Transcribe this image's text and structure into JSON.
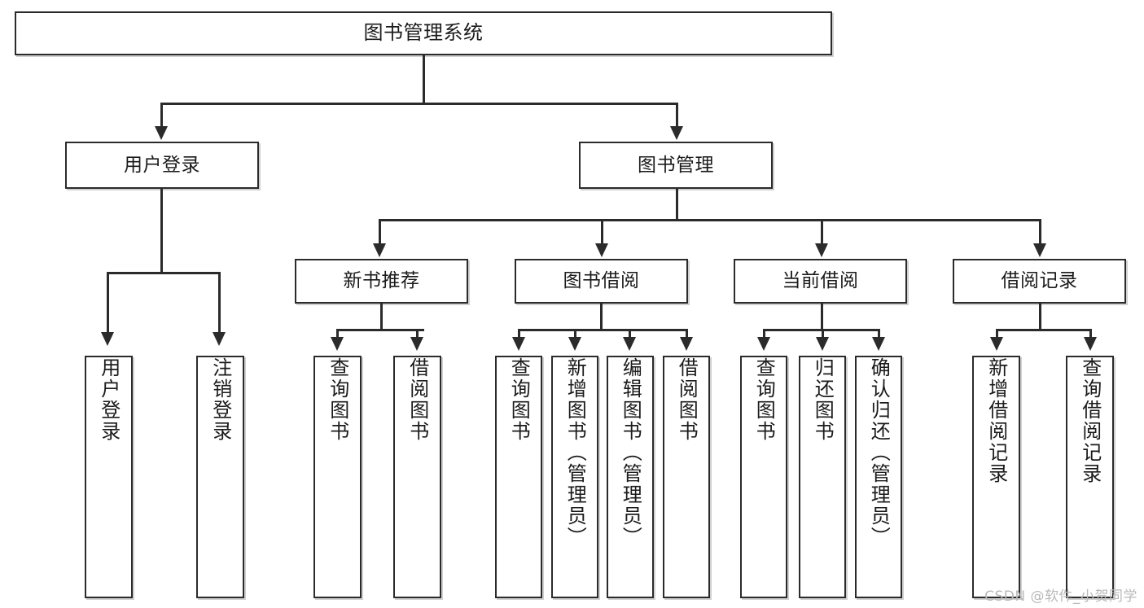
{
  "diagram": {
    "title": "图书管理系统",
    "type": "tree-hierarchy",
    "root": {
      "id": "root",
      "label": "图书管理系统"
    },
    "level1": [
      {
        "id": "user-login",
        "label": "用户登录"
      },
      {
        "id": "book-manage",
        "label": "图书管理"
      }
    ],
    "level2": [
      {
        "id": "new-book-rec",
        "label": "新书推荐",
        "parent": "book-manage"
      },
      {
        "id": "book-borrow",
        "label": "图书借阅",
        "parent": "book-manage"
      },
      {
        "id": "current-borrow",
        "label": "当前借阅",
        "parent": "book-manage"
      },
      {
        "id": "borrow-record",
        "label": "借阅记录",
        "parent": "book-manage"
      }
    ],
    "leaves": [
      {
        "id": "leaf-user-login",
        "label": "用户登录",
        "parent": "user-login"
      },
      {
        "id": "leaf-user-logout",
        "label": "注销登录",
        "parent": "user-login"
      },
      {
        "id": "leaf-query-book-1",
        "label": "查询图书",
        "parent": "new-book-rec"
      },
      {
        "id": "leaf-borrow-book-1",
        "label": "借阅图书",
        "parent": "new-book-rec"
      },
      {
        "id": "leaf-query-book-2",
        "label": "查询图书",
        "parent": "book-borrow"
      },
      {
        "id": "leaf-add-book",
        "label": "新增图书（管理员）",
        "parent": "book-borrow"
      },
      {
        "id": "leaf-edit-book",
        "label": "编辑图书（管理员）",
        "parent": "book-borrow"
      },
      {
        "id": "leaf-borrow-book-2",
        "label": "借阅图书",
        "parent": "book-borrow"
      },
      {
        "id": "leaf-query-book-3",
        "label": "查询图书",
        "parent": "current-borrow"
      },
      {
        "id": "leaf-return-book",
        "label": "归还图书",
        "parent": "current-borrow"
      },
      {
        "id": "leaf-confirm-return",
        "label": "确认归还（管理员）",
        "parent": "current-borrow"
      },
      {
        "id": "leaf-add-record",
        "label": "新增借阅记录",
        "parent": "borrow-record"
      },
      {
        "id": "leaf-query-record",
        "label": "查询借阅记录",
        "parent": "borrow-record"
      }
    ]
  },
  "watermark": {
    "text": "CSDN @软件_小贺同学"
  },
  "colors": {
    "background": "#ffffff",
    "line": "#2b2b2b",
    "box_border": "#2b2b2b",
    "box_fill": "#ffffff",
    "text": "#1b1b1b",
    "shadow": "#c9c9c9",
    "watermark": "#b9b9b9"
  }
}
